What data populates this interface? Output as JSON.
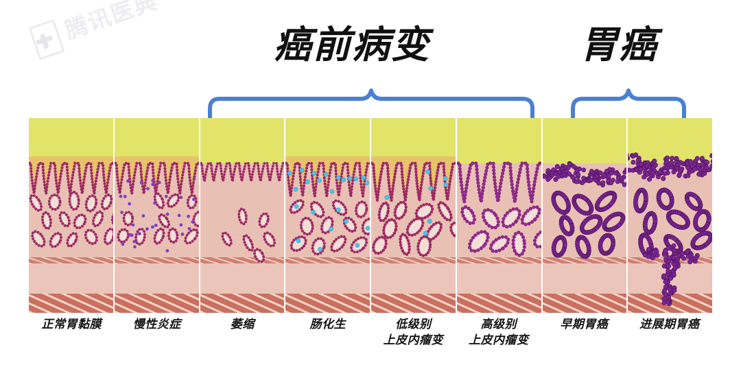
{
  "watermark": {
    "text": "腾讯医典",
    "icon": "medical-book-icon"
  },
  "headings": [
    {
      "id": "precancer",
      "text": "癌前病变"
    },
    {
      "id": "gastric-cancer",
      "text": "胃癌"
    }
  ],
  "braces": [
    {
      "id": "precancer-brace",
      "color": "#4a7fd4"
    },
    {
      "id": "gastric-cancer-brace",
      "color": "#4a7fd4"
    }
  ],
  "stages": [
    {
      "id": "normal-mucosa",
      "label": "正常胃黏膜"
    },
    {
      "id": "chronic-inflammation",
      "label": "慢性炎症"
    },
    {
      "id": "atrophy",
      "label": "萎缩"
    },
    {
      "id": "intestinal-metaplasia",
      "label": "肠化生"
    },
    {
      "id": "low-grade-neoplasia",
      "label": "低级别\n上皮内瘤变"
    },
    {
      "id": "high-grade-neoplasia",
      "label": "高级别\n上皮内瘤变"
    },
    {
      "id": "early-gastric-cancer",
      "label": "早期胃癌"
    },
    {
      "id": "advanced-gastric-cancer",
      "label": "进展期胃癌"
    }
  ],
  "colors": {
    "lumen": "#e2e46a",
    "lamina_propria": "#e9c1b4",
    "muscularis_mucosae": "#cf7f71",
    "submucosa": "#ebc5ba",
    "muscularis_propria": "#c9705f",
    "gland_epithelium": "#9c2a63",
    "gland_epithelium_dysplastic": "#8d2a86",
    "tumor_cell": "#7b2690",
    "goblet_cell": "#4fc3e8",
    "inflammatory_cell": "#7d3fc4",
    "brace": "#4a7fd4",
    "text": "#141414"
  }
}
